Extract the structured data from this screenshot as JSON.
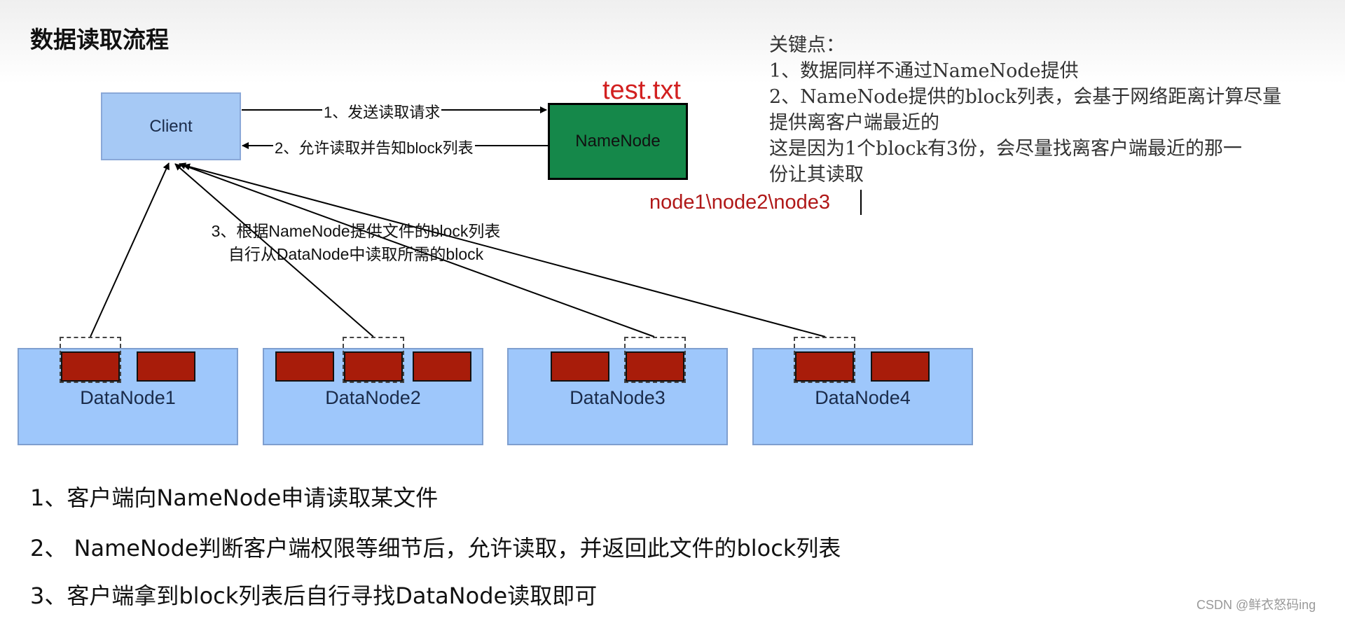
{
  "title": "数据读取流程",
  "diagram": {
    "client": "Client",
    "namenode": "NameNode",
    "file_label": "test.txt",
    "nodes_label": "node1\\node2\\node3",
    "arrow1_label": "1、发送读取请求",
    "arrow2_label": "2、允许读取并告知block列表",
    "arrow3_label": [
      "3、根据NameNode提供文件的block列表",
      "自行从DataNode中读取所需的block"
    ],
    "datanodes": [
      "DataNode1",
      "DataNode2",
      "DataNode3",
      "DataNode4"
    ],
    "colors": {
      "client": "#a6c9f5",
      "namenode": "#15884a",
      "datanode": "#9ec7fb",
      "block": "#a81c0a",
      "annotation": "#d22020"
    }
  },
  "key_points": {
    "heading": "关键点：",
    "lines": [
      "1、数据同样不通过NameNode提供",
      "2、NameNode提供的block列表，会基于网络距离计算尽量",
      "提供离客户端最近的",
      "这是因为1个block有3份，会尽量找离客户端最近的那一",
      "份让其读取"
    ]
  },
  "steps": [
    "1、客户端向NameNode申请读取某文件",
    "2、 NameNode判断客户端权限等细节后，允许读取，并返回此文件的block列表",
    "3、客户端拿到block列表后自行寻找DataNode读取即可"
  ],
  "watermark": "CSDN @鲜衣怒码ing"
}
